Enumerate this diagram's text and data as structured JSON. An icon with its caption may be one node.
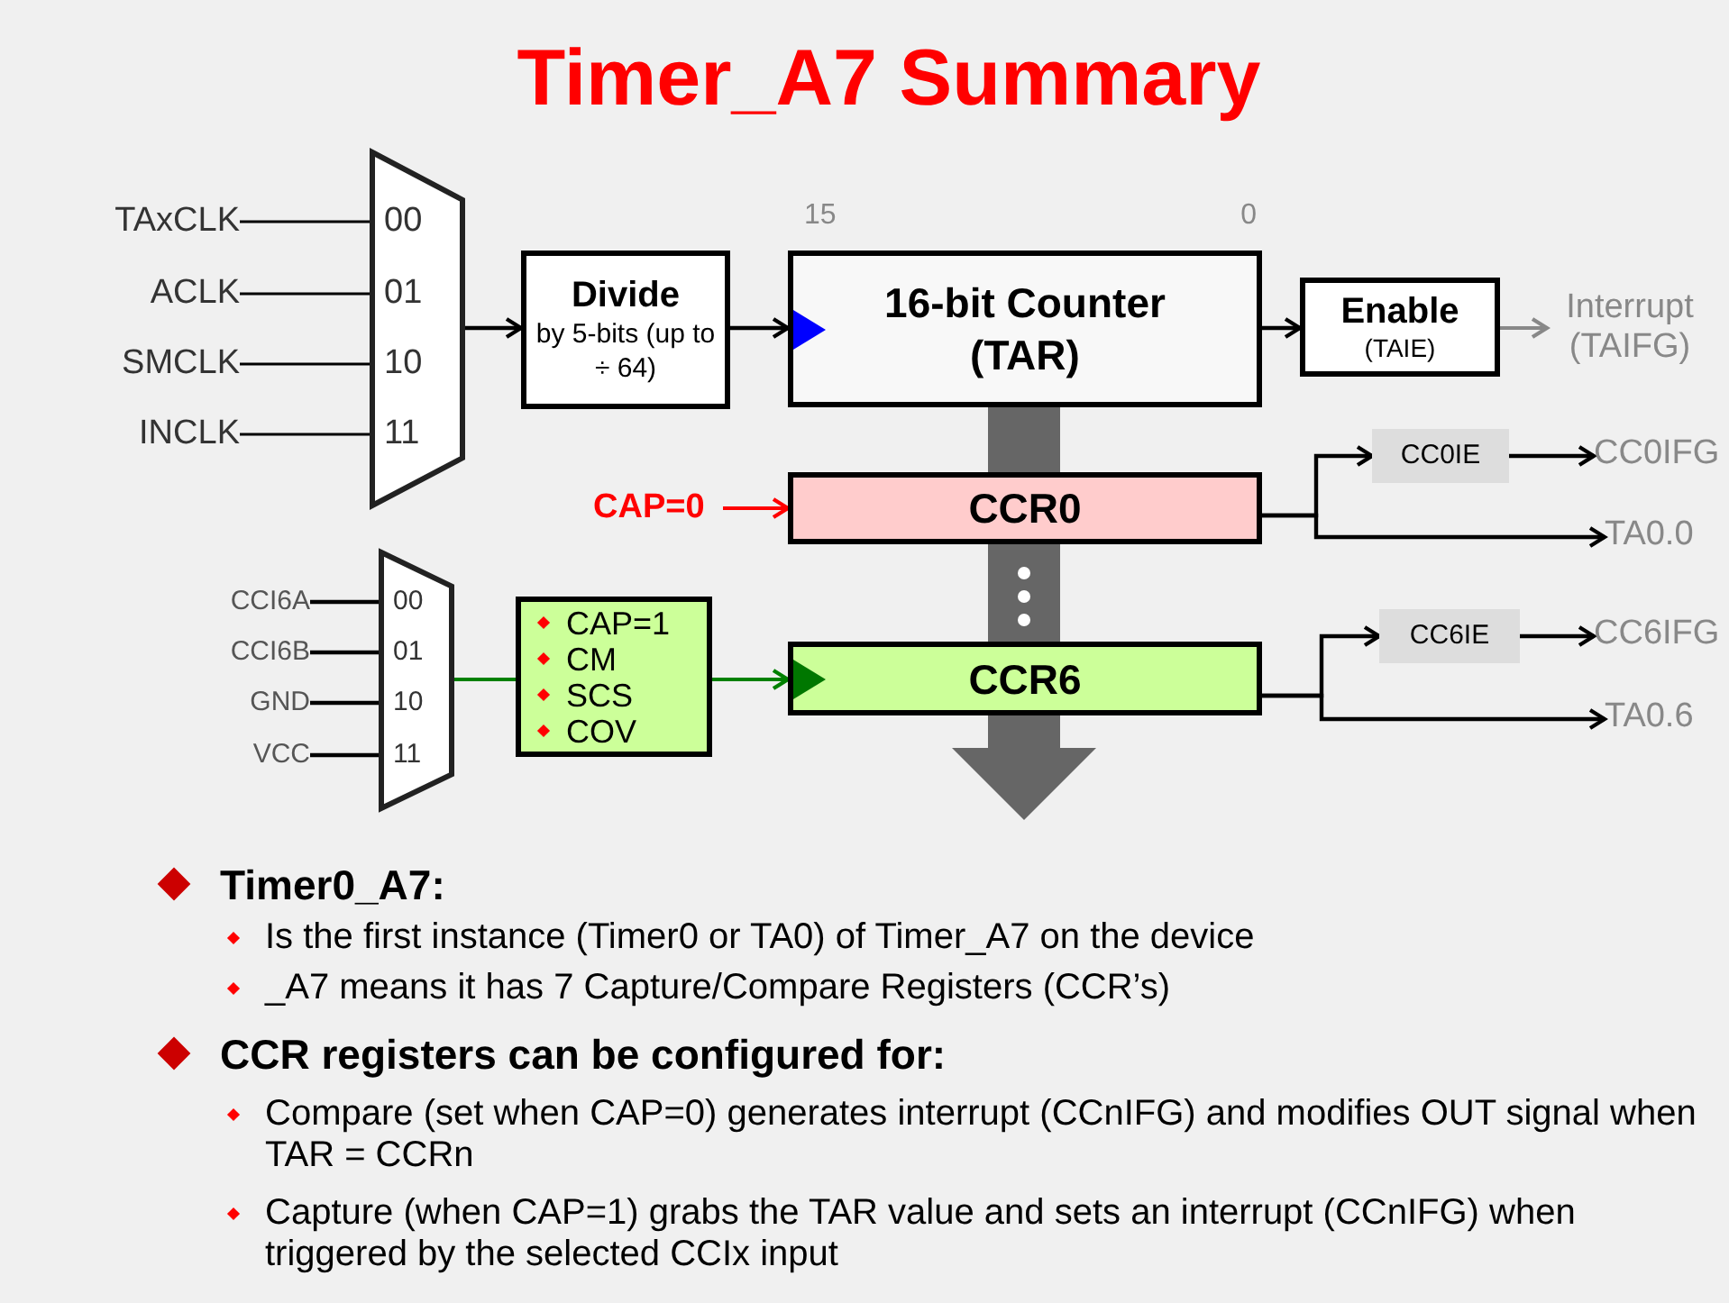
{
  "diagram": {
    "title": "Timer_A7 Summary",
    "nodes": [
      {
        "text": [
          "TAxCLK"
        ]
      },
      {
        "text": [
          "ACLK"
        ]
      },
      {
        "text": [
          "SMCLK"
        ]
      },
      {
        "text": [
          "INCLK"
        ]
      },
      {
        "text": [
          "00",
          "01",
          "10",
          "11"
        ]
      },
      {
        "text": [
          "Divide",
          "by 5-bits (up to ÷ 64)"
        ]
      },
      {
        "text": [
          "16-bit Counter (TAR)"
        ],
        "beside": [
          "15",
          "0"
        ]
      },
      {
        "text": [
          "Enable",
          "(TAIE)"
        ]
      },
      {
        "text": [
          "Interrupt (TAIFG)"
        ]
      },
      {
        "text": [
          "CAP=0"
        ]
      },
      {
        "text": [
          "CCR0"
        ]
      },
      {
        "text": [
          "CC0IE"
        ]
      },
      {
        "text": [
          "CC0IFG"
        ]
      },
      {
        "text": [
          "TA0.0"
        ]
      },
      {
        "text": [
          "CCI6A"
        ]
      },
      {
        "text": [
          "CCI6B"
        ]
      },
      {
        "text": [
          "GND"
        ]
      },
      {
        "text": [
          "VCC"
        ]
      },
      {
        "text": [
          "00",
          "01",
          "10",
          "11"
        ]
      },
      {
        "text": [
          "CAP=1",
          "CM",
          "SCS",
          "COV"
        ]
      },
      {
        "text": [
          "CCR6"
        ]
      },
      {
        "text": [
          "CC6IE"
        ]
      },
      {
        "text": [
          "CC6IFG"
        ]
      },
      {
        "text": [
          "TA0.6"
        ]
      }
    ],
    "edges": [
      {
        "from": 0,
        "to": 4,
        "arrow": "none"
      },
      {
        "from": 1,
        "to": 4,
        "arrow": "none"
      },
      {
        "from": 2,
        "to": 4,
        "arrow": "none"
      },
      {
        "from": 3,
        "to": 4,
        "arrow": "none"
      },
      {
        "from": 4,
        "to": 5,
        "arrow": "to"
      },
      {
        "from": 5,
        "to": 6,
        "arrow": "to"
      },
      {
        "from": 6,
        "to": 7,
        "arrow": "to"
      },
      {
        "from": 7,
        "to": 8,
        "arrow": "to",
        "color": "#888888"
      },
      {
        "from": 9,
        "to": 10,
        "arrow": "to",
        "color": "#ff0000"
      },
      {
        "from": 10,
        "to": 11,
        "arrow": "to"
      },
      {
        "from": 11,
        "to": 12,
        "arrow": "to"
      },
      {
        "from": 10,
        "to": 13,
        "arrow": "to"
      },
      {
        "from": 14,
        "to": 18,
        "arrow": "none"
      },
      {
        "from": 15,
        "to": 18,
        "arrow": "none"
      },
      {
        "from": 16,
        "to": 18,
        "arrow": "none"
      },
      {
        "from": 17,
        "to": 18,
        "arrow": "none"
      },
      {
        "from": 18,
        "to": 19,
        "arrow": "none",
        "color": "#008000"
      },
      {
        "from": 19,
        "to": 20,
        "arrow": "to",
        "color": "#008000"
      },
      {
        "from": 20,
        "to": 21,
        "arrow": "to"
      },
      {
        "from": 21,
        "to": 22,
        "arrow": "to"
      },
      {
        "from": 20,
        "to": 23,
        "arrow": "to"
      }
    ],
    "labels": [
      "Timer0_A7:",
      "Is the first instance (Timer0 or TA0) of Timer_A7 on the device",
      "_A7 means it has 7 Capture/Compare Registers (CCR’s)",
      "CCR registers can be configured for:",
      "Compare (set when CAP=0) generates interrupt (CCnIFG) and modifies OUT signal when TAR = CCRn",
      "Capture (when CAP=1) grabs the TAR value and sets an interrupt (CCnIFG) when triggered by the selected CCIx input"
    ]
  }
}
